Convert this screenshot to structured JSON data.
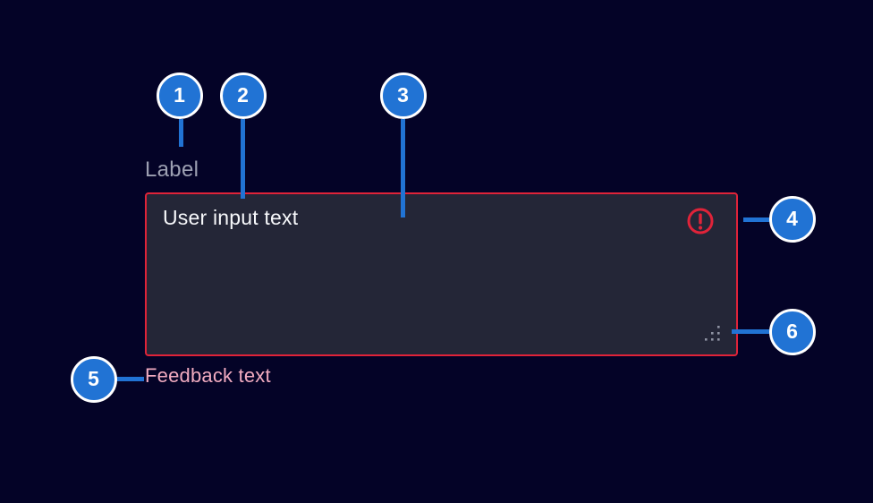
{
  "component": {
    "name": "textarea-error-state",
    "label": "Label",
    "value": "User input text",
    "feedback": "Feedback text"
  },
  "icons": {
    "error": "alert-circle-icon",
    "resize": "resize-gripper-icon"
  },
  "callouts": [
    {
      "number": "1",
      "points_to": "label"
    },
    {
      "number": "2",
      "points_to": "user-input-text"
    },
    {
      "number": "3",
      "points_to": "text-area-field"
    },
    {
      "number": "4",
      "points_to": "error-icon"
    },
    {
      "number": "5",
      "points_to": "feedback-text"
    },
    {
      "number": "6",
      "points_to": "resize-gripper"
    }
  ],
  "colors": {
    "background": "#040327",
    "field_background": "#242637",
    "alarm_red": "#e02339",
    "callout_blue": "#2173d4",
    "callout_ring": "#ffffff",
    "label_text": "#9da0b2",
    "value_text": "#f7f8fb",
    "feedback_text": "#f1abc0",
    "gripper_dots": "#8f93a3"
  }
}
